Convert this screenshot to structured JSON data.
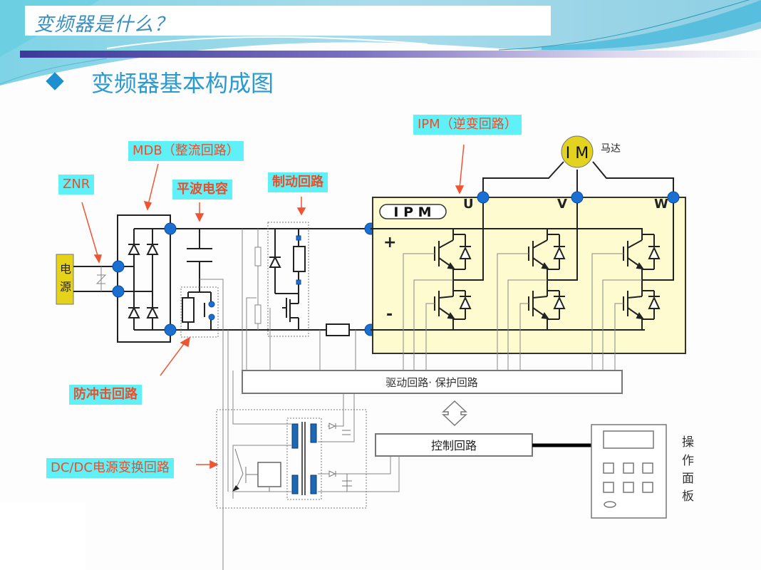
{
  "header": {
    "title": "变频器是什么？",
    "subtitle": "变频器基本构成图"
  },
  "callouts": {
    "znr": "ZNR",
    "mdb": "MDB（整流回路）",
    "smoothing_cap": "平波电容",
    "brake": "制动回路",
    "ipm": "IPM（逆变回路）",
    "inrush": "防冲击回路",
    "dcdc": "DC/DC电源变换回路"
  },
  "diagram": {
    "power_source": [
      "电",
      "源"
    ],
    "ipm_badge": "I P M",
    "motor_symbol": "I M",
    "motor_label": "马达",
    "phases": [
      "U",
      "V",
      "W"
    ],
    "plus": "+",
    "minus": "-",
    "drive_box": "驱动回路· 保护回路",
    "control_box": "控制回路",
    "panel_label": [
      "操",
      "作",
      "面",
      "板"
    ]
  },
  "colors": {
    "callout_bg": "#5ff0f8",
    "callout_text": "#e8502c",
    "ipm_fill": "#fdfbcf",
    "node_blue": "#1a6fd0",
    "source_yellow": "#e6d21a",
    "motor_yellow": "#e3d321"
  }
}
